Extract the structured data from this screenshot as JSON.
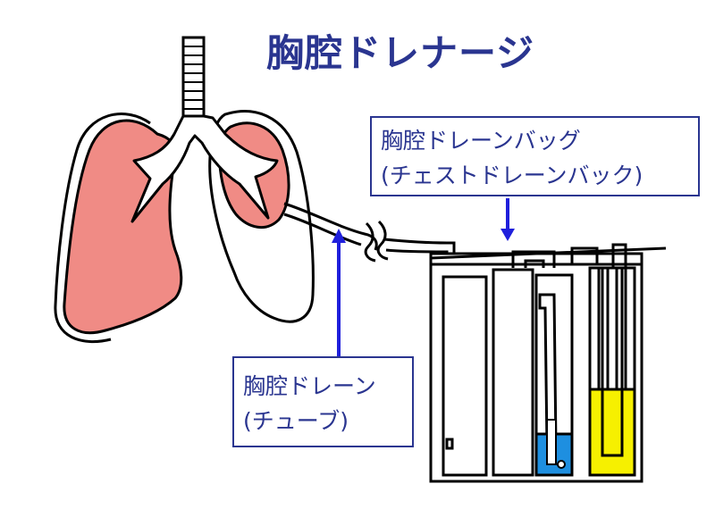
{
  "title": "胸腔ドレナージ",
  "labels": {
    "bag_line1": "胸腔ドレーンバッグ",
    "bag_line2": "(チェストドレーンバック)",
    "tube_line1": "胸腔ドレーン",
    "tube_line2": "(チューブ)"
  },
  "colors": {
    "title": "#2a3590",
    "label_border": "#2a3590",
    "arrow": "#1f1fdc",
    "lung_fill": "#f08b85",
    "water_seal": "#1e8fe0",
    "collection_fluid": "#f6f000",
    "outline": "#000000"
  }
}
